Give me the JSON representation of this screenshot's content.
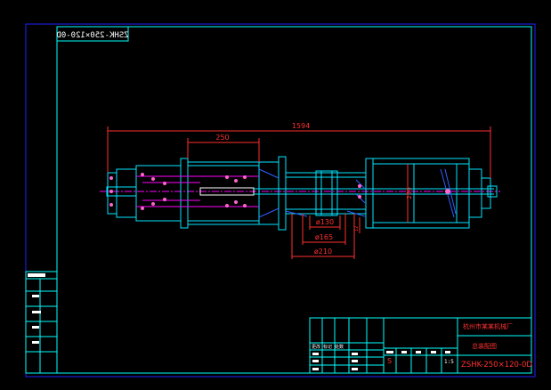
{
  "drawing": {
    "corner_code": "ZSHK-250×120-0D",
    "dimensions": {
      "overall_length": "1594",
      "stroke": "250",
      "height": "250",
      "dia_130": "ø130",
      "dia_165": "ø165",
      "dia_210": "ø210",
      "small": "12"
    },
    "title_block": {
      "company": "杭州市某某机械厂",
      "drawing_name": "总装配图",
      "drawing_code": "ZSHK-250×120-0D",
      "scale": "1:5"
    },
    "revision_header": "更改 标记 处数"
  },
  "colors": {
    "background": "#000000",
    "frame": "#2020ff",
    "frame_inner": "#00ffff",
    "outline": "#00e5ff",
    "dimension": "#ff3030",
    "center": "#ff00ff",
    "hatch": "#3060ff",
    "text": "#ffffff"
  }
}
